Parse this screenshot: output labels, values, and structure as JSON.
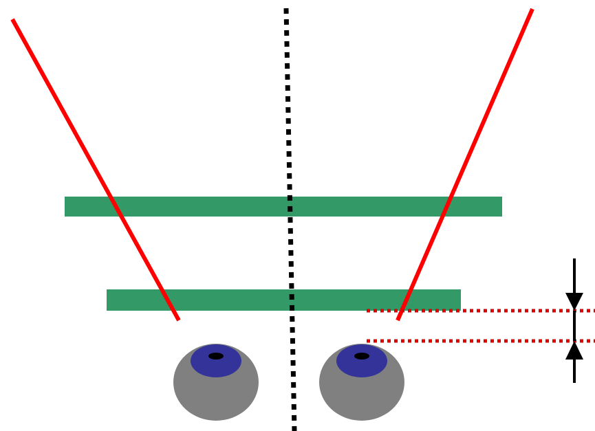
{
  "colors": {
    "background": "#ffffff",
    "ray": "#ff0000",
    "lens": "#339966",
    "axis": "#000000",
    "eyeball": "#808080",
    "iris": "#333399",
    "pupil": "#000000",
    "guide": "#dd0000",
    "arrow": "#000000"
  },
  "lenses": [
    "front-lens",
    "rear-lens"
  ],
  "eyes": [
    "left-eye",
    "right-eye"
  ],
  "rays": [
    "left-ray",
    "right-ray"
  ]
}
